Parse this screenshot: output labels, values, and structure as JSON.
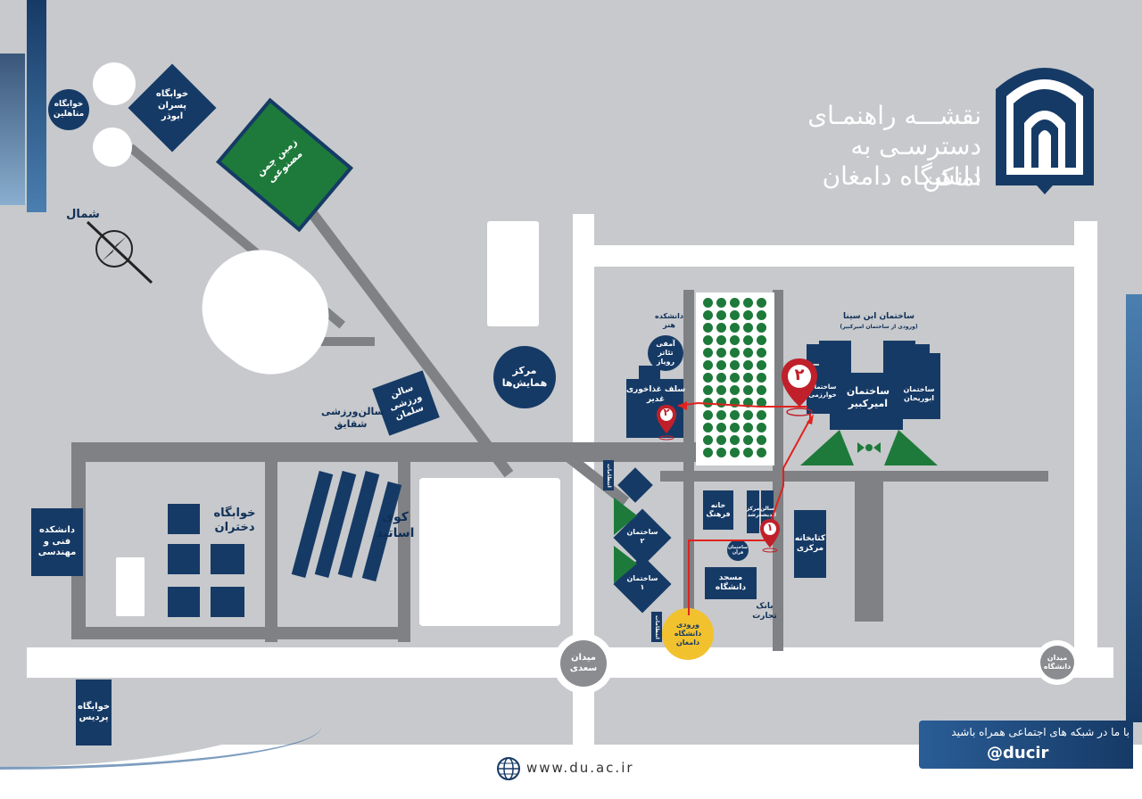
{
  "title": {
    "line1": "نقشـــه راهنمـای",
    "line2": "دسترسـی به اماکن",
    "line3": "دانشگاه دامغان"
  },
  "north_label": "شمال",
  "places": {
    "married_dorm": "خوابگاه\nمتاهلین",
    "abuzar_dorm": "خوابگاه\nپسران\nابوذر",
    "artificial_turf": "زمین چمن\nمصنوعی",
    "conference_center": "مرکز\nهمایش‌ها",
    "salman_gym": "سالن\nورزشی\nسلمان",
    "shaghayegh_gym": "سالن‌ورزشی\nشقایق",
    "girls_dorm": "خوابگاه\nدختران",
    "faculty_housing": "کوی\nاساتید",
    "engineering_faculty": "دانشکده\nفنی و\nمهندسی",
    "pardis_dorm": "خوابگاه\nپردیس",
    "art_faculty": "دانشکده\nهنر",
    "amphitheater": "آمفی\nتئاتر\nرویاز",
    "ghadir_cafeteria": "سلف غذاخوری\nغدیر",
    "ibn_sina": "ساختمان ابن سینا",
    "ibn_sina_note": "(ورودی از ساختمان امیرکبیر)",
    "kharazmi": "ساختمان\nخوارزمی",
    "amirkabir": "ساختمان\nامیرکبیر",
    "abureyhan": "ساختمان\nابوریحان",
    "building2": "ساختمان\n۲",
    "building1": "ساختمان\n۱",
    "intizamat1": "انتظامات",
    "intizamat2": "انتظامات",
    "culture_house": "خانه\nفرهنگ",
    "growth_center": "مرکز\nرشد",
    "research_hall": "سالن\nاندیشه",
    "quran_sign": "ساختمان\nقرآن",
    "mosque": "مسجد\nدانشگاه",
    "central_library": "کتابخانه\nمرکزی",
    "tejarat_bank": "بانک\nتجارت",
    "entrance": "ورودی\nدانشگاه دامغان",
    "saadi_square": "میدان\nسعدی",
    "university_square": "میدان\nدانشگاه"
  },
  "markers": {
    "m1": "۱",
    "m2": "۲",
    "m3": "۲"
  },
  "social": {
    "prompt": "با ما در شبکه های اجتماعی همراه باشید",
    "handle": "@ducir"
  },
  "website": "www.du.ac.ir",
  "colors": {
    "navy": "#163a66",
    "road": "#7f8184",
    "green": "#1e7a3a",
    "route": "#e0221f",
    "entrance": "#f2c12e"
  },
  "icons": [
    "north-compass-icon",
    "map-pin-icon",
    "globe-icon",
    "university-logo-icon"
  ]
}
